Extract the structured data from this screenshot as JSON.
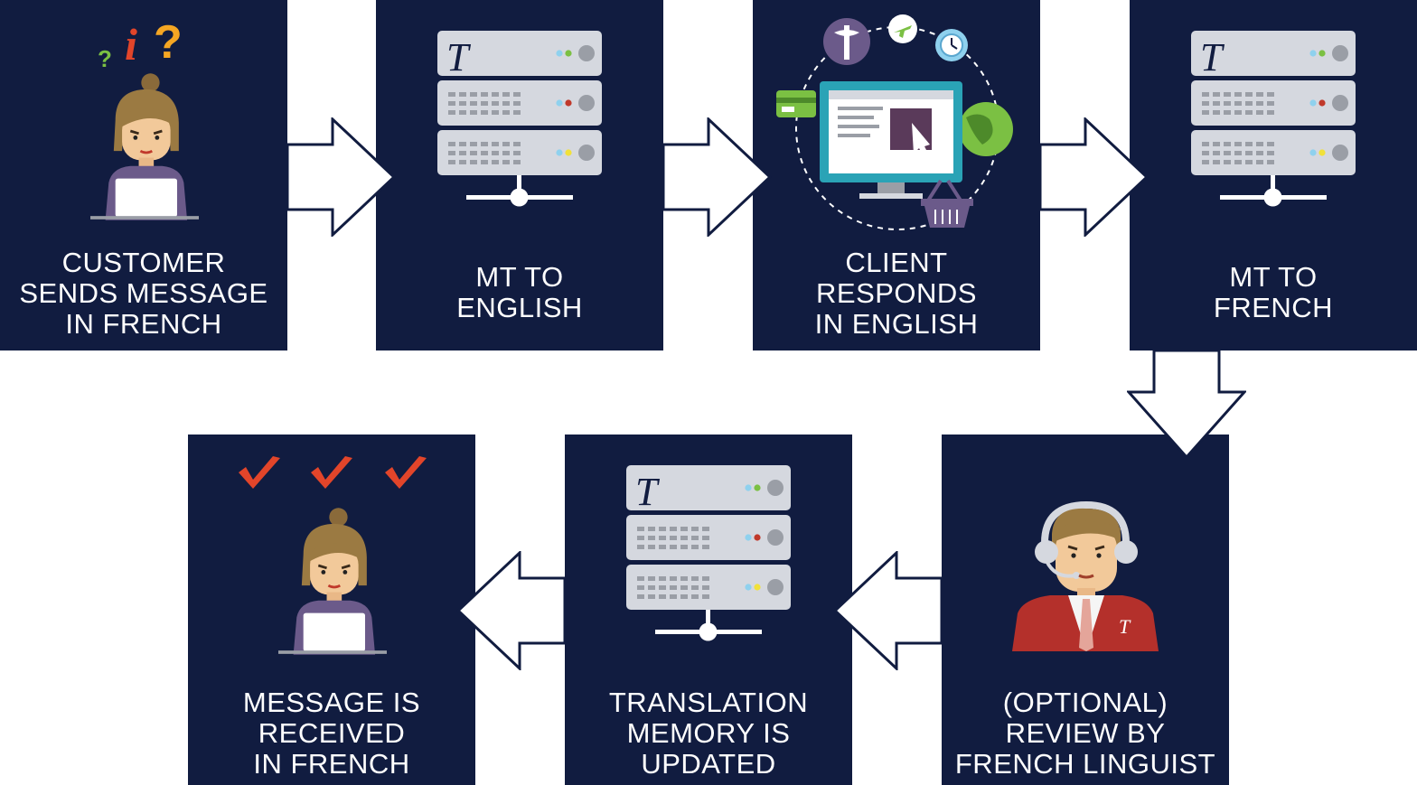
{
  "steps": [
    {
      "id": "customer-sends",
      "lines": [
        "CUSTOMER",
        "SENDS MESSAGE",
        "IN FRENCH"
      ]
    },
    {
      "id": "mt-to-english",
      "lines": [
        "MT TO",
        "ENGLISH"
      ]
    },
    {
      "id": "client-responds",
      "lines": [
        "CLIENT",
        "RESPONDS",
        "IN ENGLISH"
      ]
    },
    {
      "id": "mt-to-french",
      "lines": [
        "MT TO",
        "FRENCH"
      ]
    },
    {
      "id": "optional-review",
      "lines": [
        "(OPTIONAL)",
        "REVIEW BY",
        "FRENCH LINGUIST"
      ]
    },
    {
      "id": "tm-updated",
      "lines": [
        "TRANSLATION",
        "MEMORY IS",
        "UPDATED"
      ]
    },
    {
      "id": "message-received",
      "lines": [
        "MESSAGE IS",
        "RECEIVED",
        "IN FRENCH"
      ]
    }
  ],
  "icons": {
    "customer": "woman-at-laptop-icon",
    "server": "server-rack-icon",
    "client": "computer-monitor-icon",
    "linguist": "headset-agent-icon",
    "checkmarks": "checkmark-icon"
  },
  "colors": {
    "panel": "#111c40",
    "arrow_fill": "#ffffff",
    "arrow_stroke": "#111c40",
    "server": "#d5d8df",
    "check": "#e2452a",
    "jacket": "#b4302b"
  }
}
